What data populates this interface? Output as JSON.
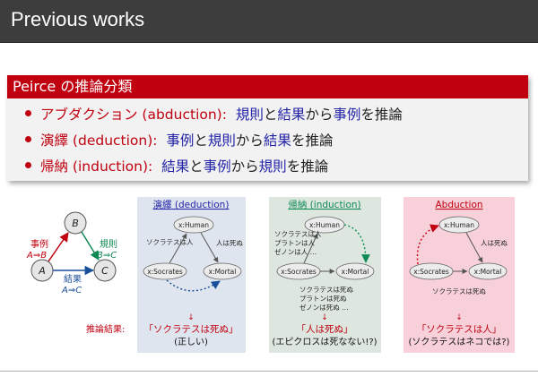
{
  "header": {
    "title": "Previous works"
  },
  "block": {
    "title": "Peirce の推論分類",
    "items": [
      {
        "kind": "アブダクション (abduction):",
        "a": "規則",
        "p1": "と",
        "b": "結果",
        "p2": "から",
        "c": "事例",
        "p3": "を推論"
      },
      {
        "kind": "演繹 (deduction):",
        "a": "事例",
        "p1": "と",
        "b": "規則",
        "p2": "から",
        "c": "結果",
        "p3": "を推論"
      },
      {
        "kind": "帰納 (induction):",
        "a": "結果",
        "p1": "と",
        "b": "事例",
        "p2": "から",
        "c": "規則",
        "p3": "を推論"
      }
    ]
  },
  "legend": {
    "node_a": "A",
    "node_b": "B",
    "node_c": "C",
    "case_label": "事例",
    "case_formula": "A⇒B",
    "rule_label": "規則",
    "rule_formula": "B⇒C",
    "result_label": "結果",
    "result_formula": "A⇒C",
    "inference_result": "推論結果:"
  },
  "panels": {
    "deduction": {
      "title": "演繹 (deduction)",
      "human": "x:Human",
      "socrates": "x:Socrates",
      "mortal": "x:Mortal",
      "edge1": "ソクラテスは人",
      "edge2": "人は死ぬ",
      "arrow": "↓",
      "result": "「ソクラテスは死ぬ」",
      "note": "(正しい)"
    },
    "induction": {
      "title": "帰納 (induction)",
      "human": "x:Human",
      "socrates": "x:Socrates",
      "mortal": "x:Mortal",
      "facts_top": [
        "ソクラテスは人",
        "プラトンは人",
        "ゼノンは人 …"
      ],
      "facts_bottom": [
        "ソクラテスは死ぬ",
        "プラトンは死ぬ",
        "ゼノンは死ぬ …"
      ],
      "arrow": "↓",
      "result": "「人は死ぬ」",
      "note": "(エピクロスは死なない!?)"
    },
    "abduction": {
      "title": "Abduction",
      "human": "x:Human",
      "socrates": "x:Socrates",
      "mortal": "x:Mortal",
      "edge1": "人は死ぬ",
      "edge2": "ソクラテスは死ぬ",
      "arrow": "↓",
      "result": "「ソクラテスは人」",
      "note": "(ソクラテスはネコでは?)"
    }
  },
  "colors": {
    "header_bg": "#3d3d3d",
    "accent_red": "#c0000f",
    "term_blue": "#2323a8",
    "deduction_bg": "#dfe5ee",
    "induction_bg": "#dde7df",
    "abduction_bg": "#f7d0d9",
    "rule_green": "#0f8a55",
    "result_blue": "#1a4f9a"
  }
}
